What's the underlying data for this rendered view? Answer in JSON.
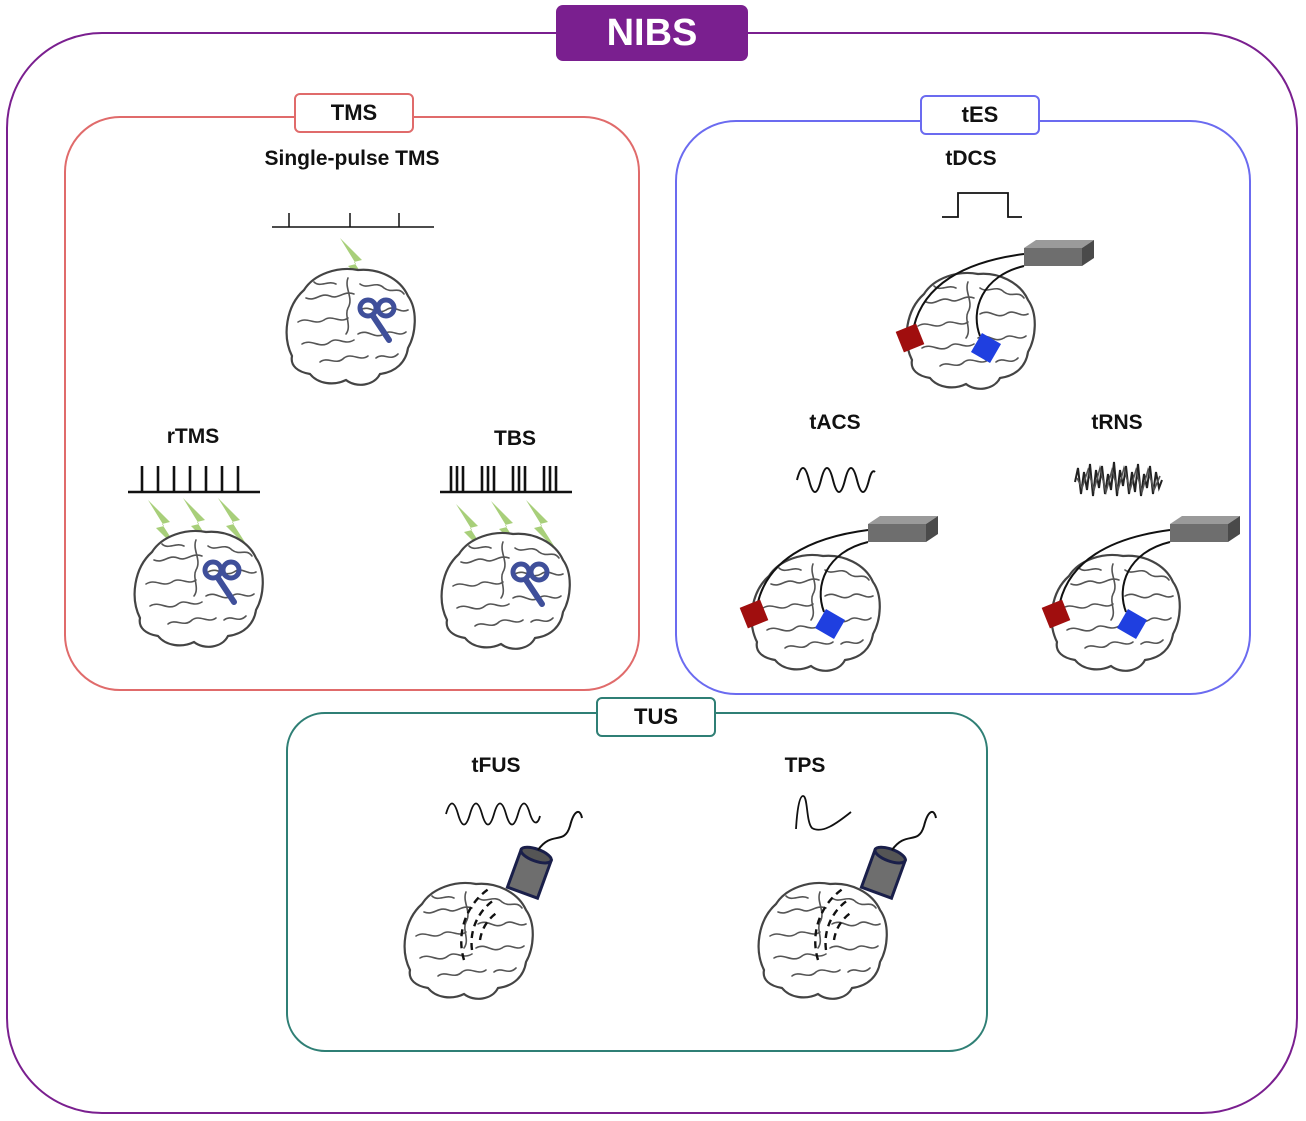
{
  "title": "NIBS",
  "groups": {
    "tms": {
      "label": "TMS",
      "color": "#e06b6b",
      "techniques": {
        "single": "Single-pulse TMS",
        "rtms": "rTMS",
        "tbs": "TBS"
      }
    },
    "tes": {
      "label": "tES",
      "color": "#6b6bf0",
      "techniques": {
        "tdcs": "tDCS",
        "tacs": "tACS",
        "trns": "tRNS"
      }
    },
    "tus": {
      "label": "TUS",
      "color": "#2f7f75",
      "techniques": {
        "tfus": "tFUS",
        "tps": "TPS"
      }
    }
  },
  "colors": {
    "outer_border": "#7a1f8f",
    "coil": "#3f4f9a",
    "lightning": "#a8cf7a",
    "anode": "#a00e0e",
    "cathode": "#1f3fe0",
    "stimulator": "#6e6e6e",
    "transducer": "#6e6e6e"
  },
  "icons": [
    "brain-icon",
    "figure-eight-coil-icon",
    "lightning-bolt-icon",
    "electrode-icon",
    "stimulator-box-icon",
    "ultrasound-transducer-icon"
  ]
}
